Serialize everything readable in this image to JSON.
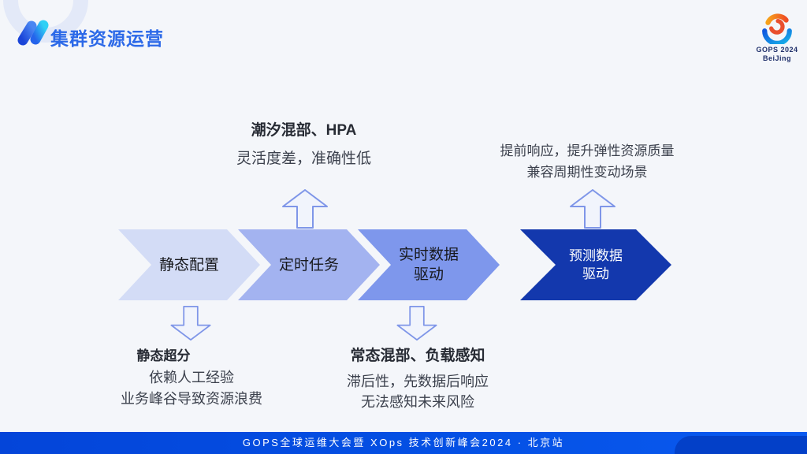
{
  "page": {
    "background": "#f4f6fa"
  },
  "header": {
    "title": "集群资源运营",
    "title_color": "#2c69e8",
    "logo": "double-slash-logo"
  },
  "conference_badge": {
    "line1": "GOPS 2024",
    "line2": "BeiJing",
    "icon": "gops-swirl-logo"
  },
  "flow": {
    "steps": [
      {
        "line1": "静态配置",
        "line2": "",
        "color": "#d3dcf6",
        "text_color": "#17181c"
      },
      {
        "line1": "定时任务",
        "line2": "",
        "color": "#a3b3f0",
        "text_color": "#17181c"
      },
      {
        "line1": "实时数据",
        "line2": "驱动",
        "color": "#7e97ec",
        "text_color": "#17181c"
      },
      {
        "line1": "预测数据",
        "line2": "驱动",
        "color": "#1338ad",
        "text_color": "#ffffff"
      }
    ],
    "arrow_outline_color": "#7f96e8",
    "arrow_fill_color": "#f1f4fc"
  },
  "callouts": {
    "top_middle": {
      "title": "潮汐混部、HPA",
      "desc": "灵活度差，准确性低"
    },
    "top_right": {
      "line1": "提前响应，提升弹性资源质量",
      "line2": "兼容周期性变动场景"
    },
    "bottom_left": {
      "title": "静态超分",
      "line1": "依赖人工经验",
      "line2": "业务峰谷导致资源浪费"
    },
    "bottom_middle": {
      "title": "常态混部、负载感知",
      "line1": "滞后性，先数据后响应",
      "line2": "无法感知未来风险"
    }
  },
  "footer": {
    "text": "GOPS全球运维大会暨 XOps 技术创新峰会2024 · 北京站",
    "background": "#0450e4"
  }
}
